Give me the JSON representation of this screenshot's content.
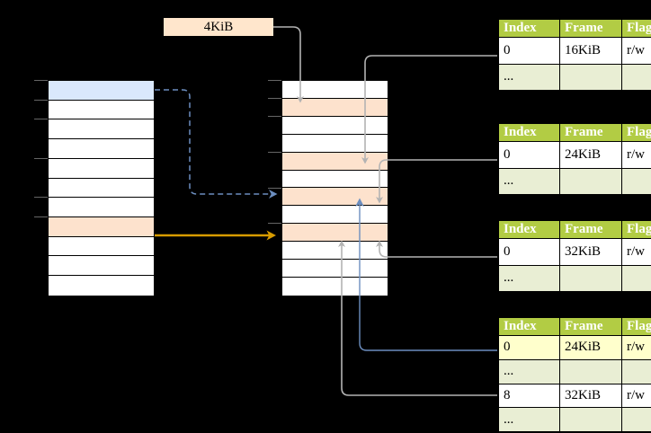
{
  "diagram": {
    "title": "page-table-walk-diagram",
    "page_size_label": "4KiB",
    "colors": {
      "header_green": "#b2cc44",
      "alt_row_green": "#e9eed4",
      "highlight_yellow": "#ffffcc",
      "peach": "#fde2cd",
      "label_peach": "#ffe6cc",
      "blue_row": "#dae8fc",
      "blue_arrow": "#6c8ebf",
      "orange_arrow": "#d79b00",
      "gray_connector": "#b3b3b3"
    },
    "virtual_column": {
      "name": "virtual-address-space",
      "rows": [
        {
          "index": 0,
          "fill": "blue"
        },
        {
          "index": 1,
          "fill": "white"
        },
        {
          "index": 2,
          "fill": "white"
        },
        {
          "index": 3,
          "fill": "white"
        },
        {
          "index": 4,
          "fill": "white"
        },
        {
          "index": 5,
          "fill": "white"
        },
        {
          "index": 6,
          "fill": "white"
        },
        {
          "index": 7,
          "fill": "peach"
        },
        {
          "index": 8,
          "fill": "white"
        },
        {
          "index": 9,
          "fill": "white"
        },
        {
          "index": 10,
          "fill": "white"
        }
      ]
    },
    "physical_column": {
      "name": "physical-memory",
      "rows": [
        {
          "index": 0,
          "fill": "white"
        },
        {
          "index": 1,
          "fill": "peach"
        },
        {
          "index": 2,
          "fill": "white"
        },
        {
          "index": 3,
          "fill": "white"
        },
        {
          "index": 4,
          "fill": "peach"
        },
        {
          "index": 5,
          "fill": "white"
        },
        {
          "index": 6,
          "fill": "peach"
        },
        {
          "index": 7,
          "fill": "white"
        },
        {
          "index": 8,
          "fill": "peach"
        },
        {
          "index": 9,
          "fill": "white"
        },
        {
          "index": 10,
          "fill": "white"
        },
        {
          "index": 11,
          "fill": "white"
        }
      ]
    },
    "page_tables": [
      {
        "name": "page-table-1",
        "headers": [
          "Index",
          "Frame",
          "Flags"
        ],
        "rows": [
          {
            "cells": [
              "0",
              "16KiB",
              "r/w"
            ],
            "alt": false,
            "highlight": false
          },
          {
            "cells": [
              "...",
              "",
              ""
            ],
            "alt": true,
            "highlight": false
          }
        ]
      },
      {
        "name": "page-table-2",
        "headers": [
          "Index",
          "Frame",
          "Flags"
        ],
        "rows": [
          {
            "cells": [
              "0",
              "24KiB",
              "r/w"
            ],
            "alt": false,
            "highlight": false
          },
          {
            "cells": [
              "...",
              "",
              ""
            ],
            "alt": true,
            "highlight": false
          }
        ]
      },
      {
        "name": "page-table-3",
        "headers": [
          "Index",
          "Frame",
          "Flags"
        ],
        "rows": [
          {
            "cells": [
              "0",
              "32KiB",
              "r/w"
            ],
            "alt": false,
            "highlight": false
          },
          {
            "cells": [
              "...",
              "",
              ""
            ],
            "alt": true,
            "highlight": false
          }
        ]
      },
      {
        "name": "page-table-4",
        "headers": [
          "Index",
          "Frame",
          "Flags"
        ],
        "rows": [
          {
            "cells": [
              "0",
              "24KiB",
              "r/w"
            ],
            "alt": false,
            "highlight": true
          },
          {
            "cells": [
              "...",
              "",
              ""
            ],
            "alt": true,
            "highlight": false
          },
          {
            "cells": [
              "8",
              "32KiB",
              "r/w"
            ],
            "alt": false,
            "highlight": false
          },
          {
            "cells": [
              "...",
              "",
              ""
            ],
            "alt": true,
            "highlight": false
          }
        ]
      }
    ]
  }
}
